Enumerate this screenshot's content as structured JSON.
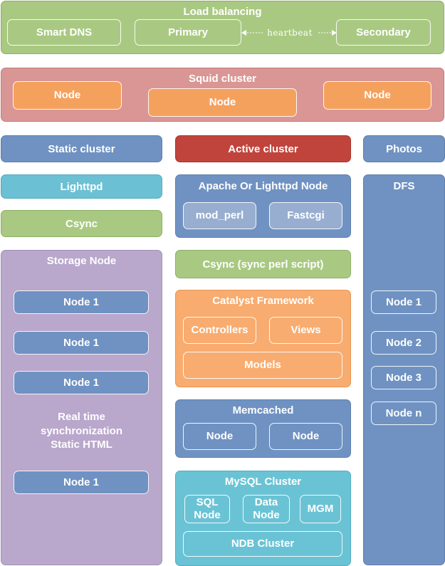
{
  "load_balancing": {
    "title": "Load balancing",
    "smart_dns": "Smart DNS",
    "primary": "Primary",
    "heartbeat": "heartbeat",
    "secondary": "Secondary"
  },
  "squid": {
    "title": "Squid cluster",
    "nodes": [
      "Node",
      "Node",
      "Node"
    ]
  },
  "headers": {
    "static": "Static cluster",
    "active": "Active cluster",
    "photos": "Photos"
  },
  "static_col": {
    "lighttpd": "Lighttpd",
    "csync": "Csync",
    "storage_title": "Storage Node",
    "nodes": [
      "Node 1",
      "Node 1",
      "Node 1",
      "Node 1"
    ],
    "realtime": [
      "Real time",
      "synchronization",
      "Static HTML"
    ]
  },
  "active_col": {
    "apache_title": "Apache Or Lighttpd Node",
    "mod_perl": "mod_perl",
    "fastcgi": "Fastcgi",
    "csync": "Csync (sync perl script)",
    "catalyst_title": "Catalyst Framework",
    "controllers": "Controllers",
    "views": "Views",
    "models": "Models",
    "memcached_title": "Memcached",
    "memcached_nodes": [
      "Node",
      "Node"
    ],
    "mysql_title": "MySQL Cluster",
    "sql_node": [
      "SQL",
      "Node"
    ],
    "data_node": [
      "Data",
      "Node"
    ],
    "mgm": "MGM",
    "ndb": "NDB Cluster"
  },
  "photos_col": {
    "dfs": "DFS",
    "nodes": [
      "Node 1",
      "Node 2",
      "Node 3",
      "Node n"
    ]
  }
}
